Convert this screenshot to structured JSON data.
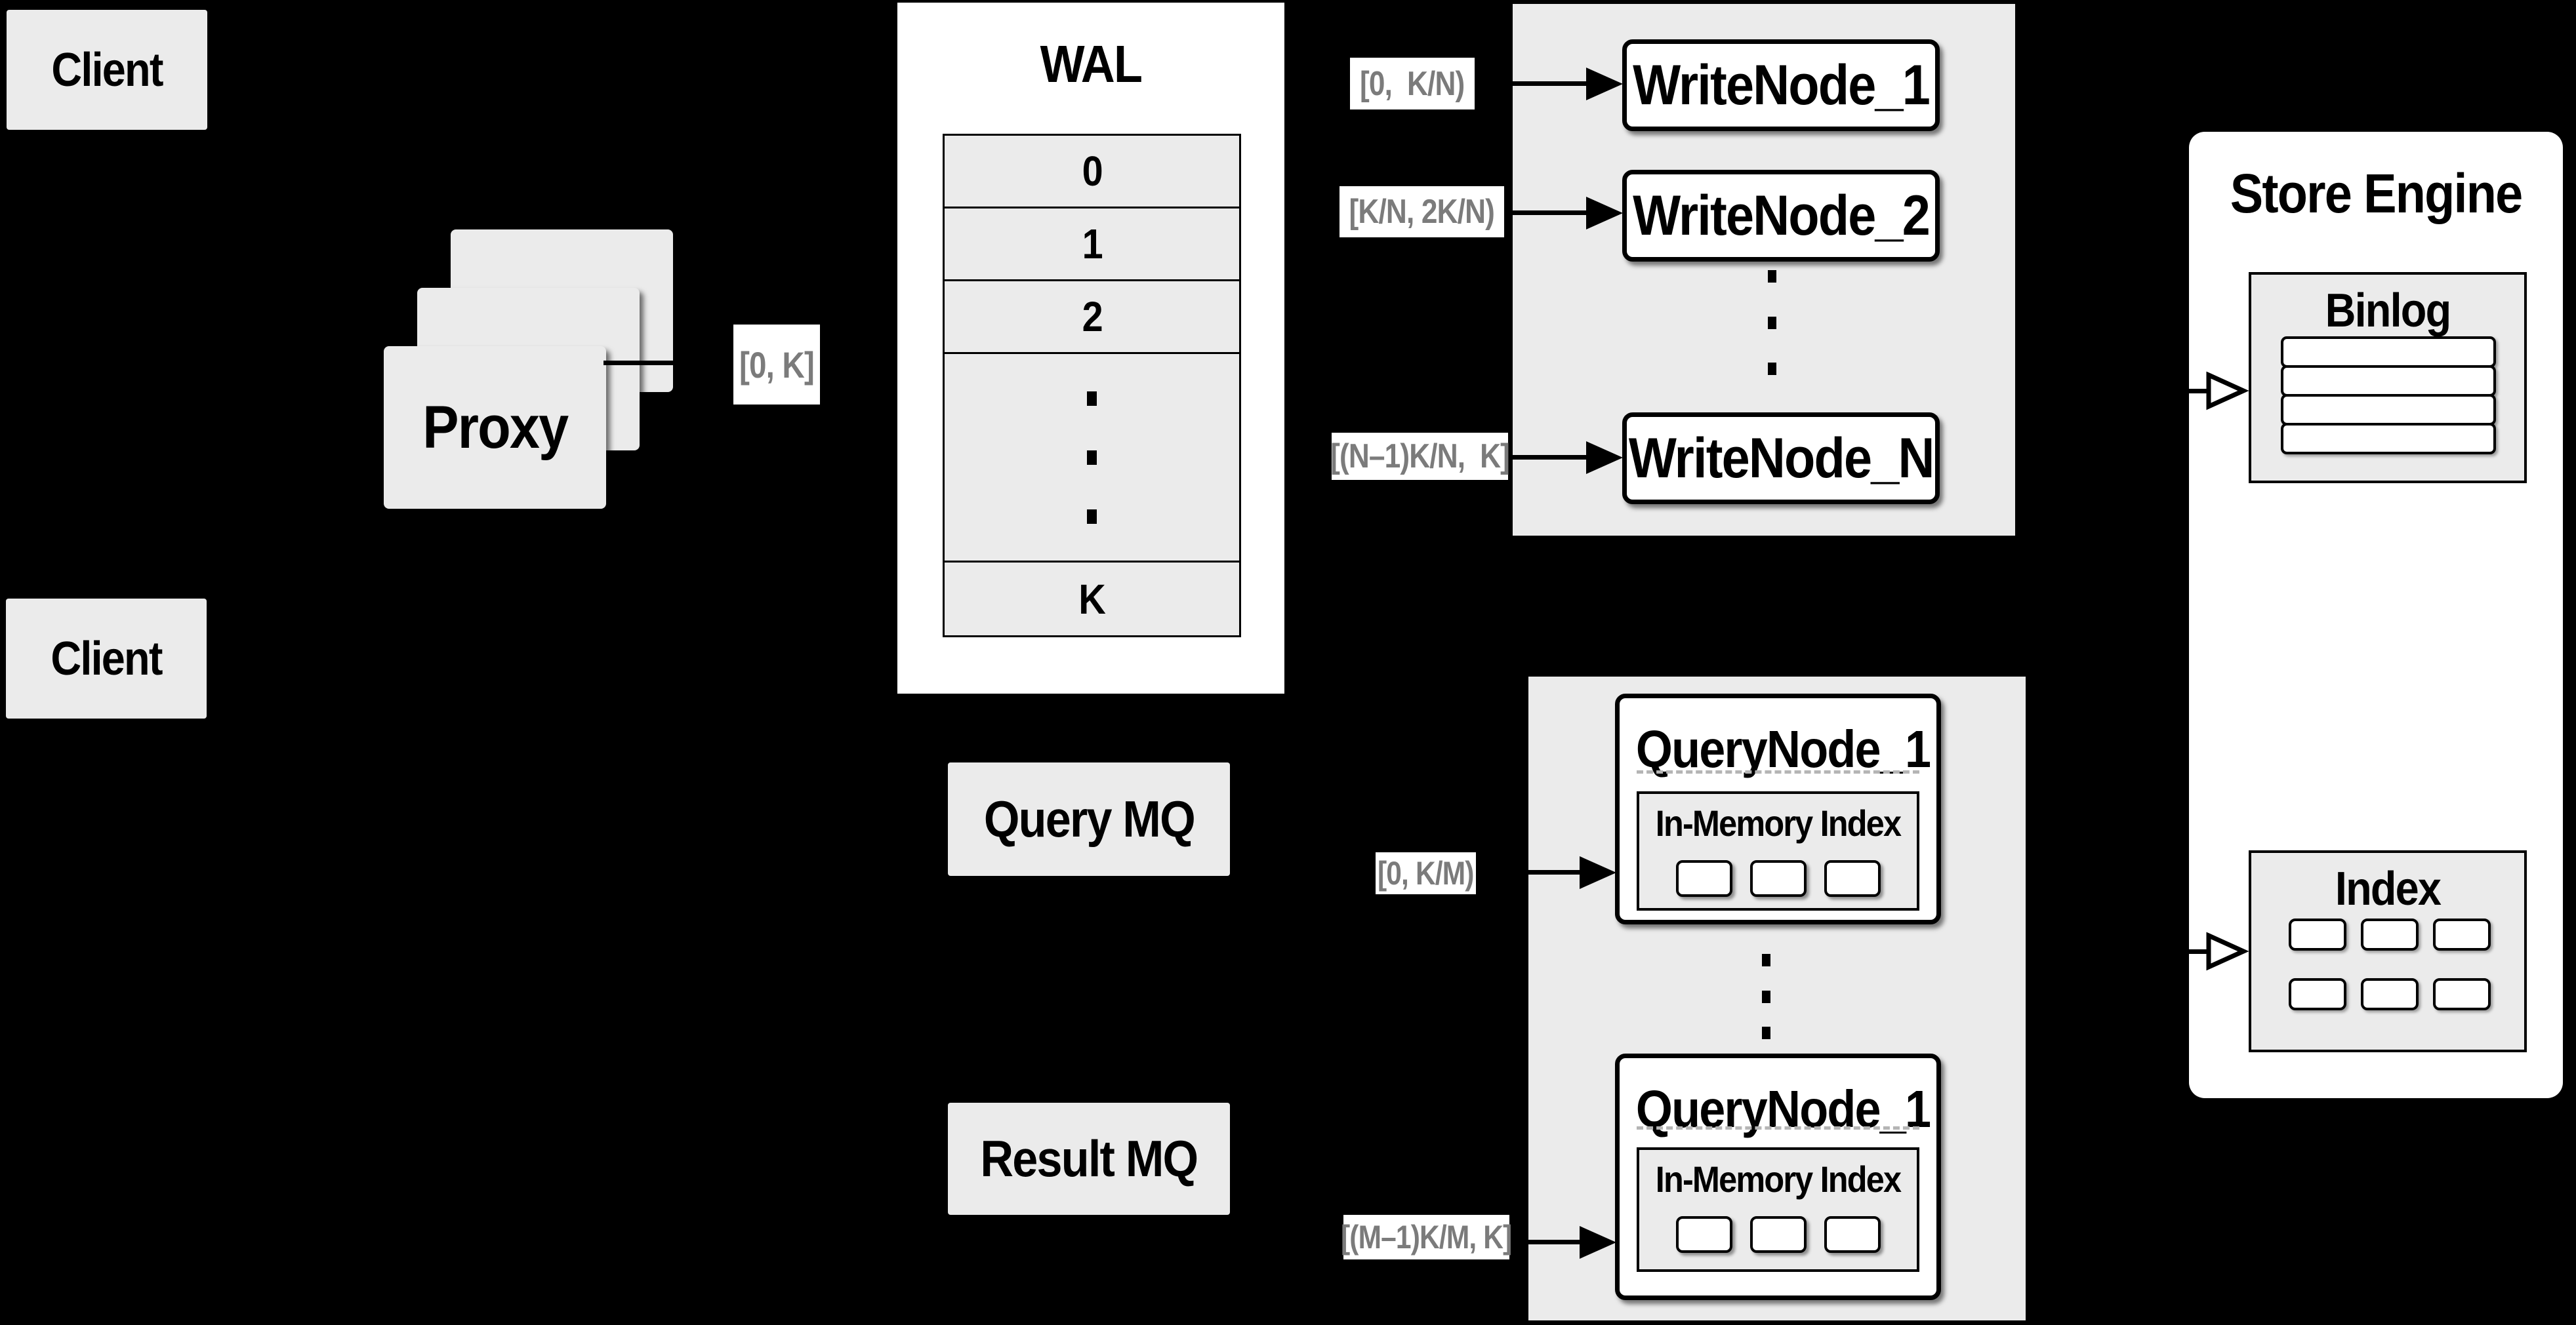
{
  "colors": {
    "background": "#000000",
    "panel_gray": "#ebebeb",
    "box_white": "#ffffff",
    "line_black": "#000000",
    "range_label_text": "#7b7b7b",
    "dashed_separator": "#b5b5b5"
  },
  "client_top": {
    "label": "Client"
  },
  "client_bottom": {
    "label": "Client"
  },
  "proxy": {
    "label": "Proxy"
  },
  "wal": {
    "title": "WAL",
    "row0": "0",
    "row1": "1",
    "row2": "2",
    "rowK": "K"
  },
  "range_labels": {
    "proxy_to_wal": "[0, K]",
    "write_node_1": "[0,  K/N)",
    "write_node_2": "[K/N, 2K/N)",
    "write_node_n": "[(N–1)K/N,  K]",
    "query_node_1": "[0, K/M)",
    "query_node_m": "[(M–1)K/M, K]"
  },
  "write_nodes": {
    "node_1": "WriteNode_1",
    "node_2": "WriteNode_2",
    "node_n": "WriteNode_N"
  },
  "message_queues": {
    "query": "Query MQ",
    "result": "Result MQ"
  },
  "query_nodes": {
    "top": {
      "title": "QueryNode_1",
      "memory_index": "In-Memory Index",
      "segment_count": 3
    },
    "bottom": {
      "title": "QueryNode_1",
      "memory_index": "In-Memory Index",
      "segment_count": 3
    }
  },
  "store_engine": {
    "title": "Store Engine",
    "binlog": {
      "title": "Binlog",
      "row_count": 4
    },
    "index": {
      "title": "Index",
      "cell_count": 6
    }
  },
  "decor": {
    "wal_ellipsis_dots": 3,
    "write_ellipsis_dots": 3,
    "query_ellipsis_dots": 3
  }
}
